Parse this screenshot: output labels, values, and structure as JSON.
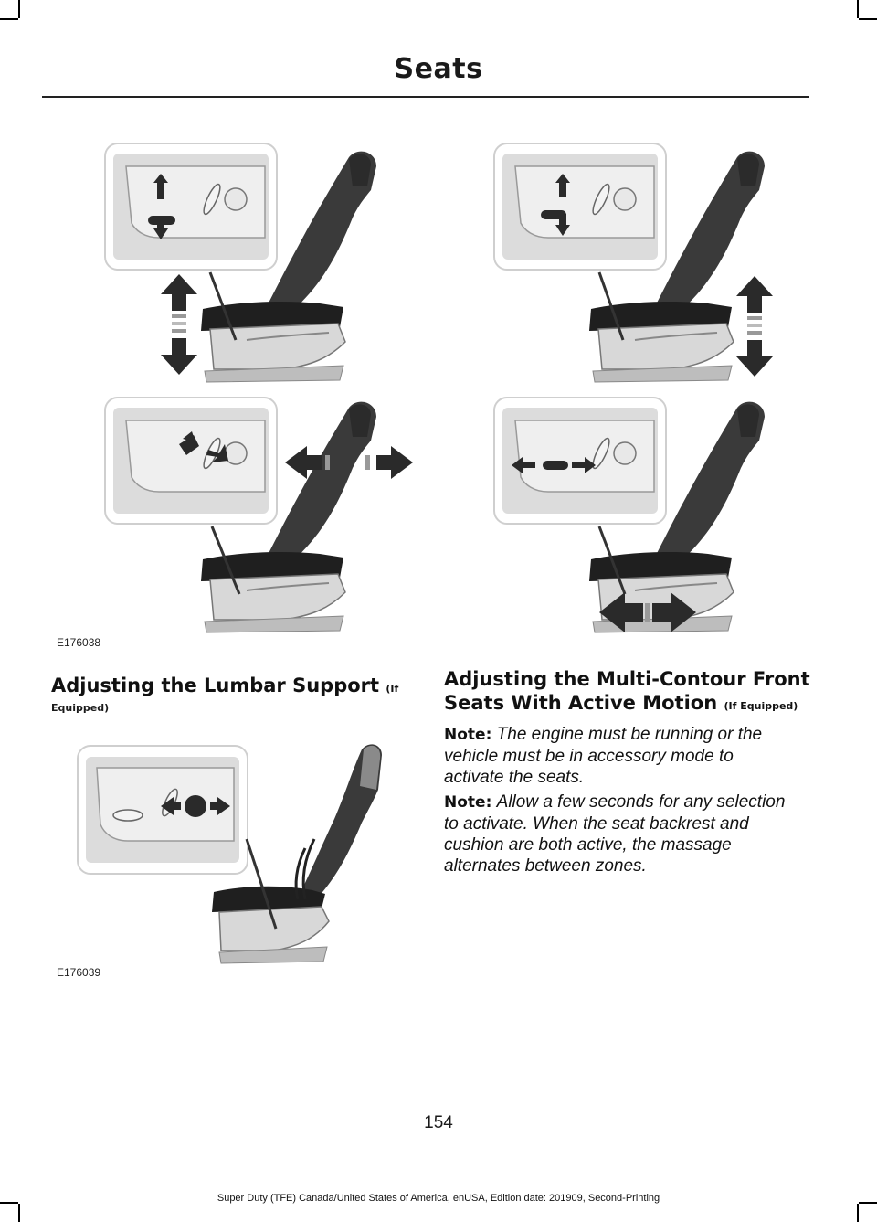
{
  "header": {
    "title": "Seats"
  },
  "figures": {
    "seat_adjust_code": "E176038",
    "lumbar_code": "E176039"
  },
  "lumbar": {
    "heading": "Adjusting the Lumbar Support",
    "qualifier_1": "(If",
    "qualifier_2": "Equipped)"
  },
  "multicontour": {
    "heading_line1": "Adjusting the Multi-Contour Front",
    "heading_line2": "Seats With Active Motion",
    "qualifier": "(If Equipped)",
    "note1_label": "Note:",
    "note1_l1": "The engine must be running or the",
    "note1_l2": "vehicle must be in accessory mode to",
    "note1_l3": "activate the seats.",
    "note2_label": "Note:",
    "note2_l1": "Allow a few seconds for any selection",
    "note2_l2": "to activate. When the seat backrest and",
    "note2_l3": "cushion are both active, the massage",
    "note2_l4": "alternates between zones."
  },
  "page_number": "154",
  "footer": "Super Duty (TFE) Canada/United States of America, enUSA, Edition date: 201909, Second-Printing"
}
